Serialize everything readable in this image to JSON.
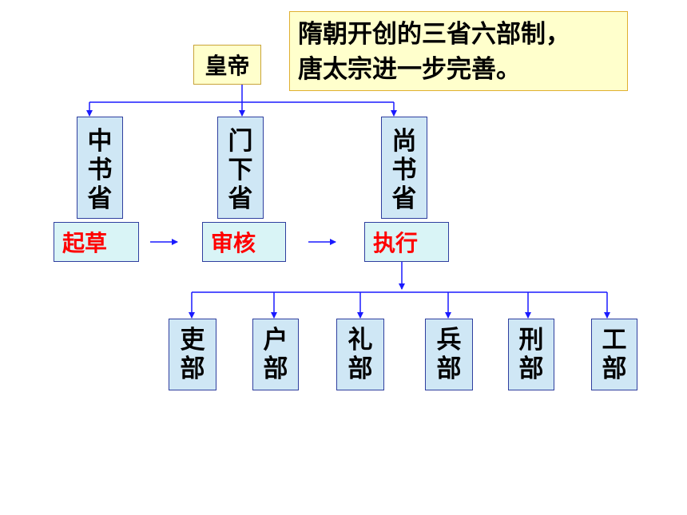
{
  "note": {
    "line1": "隋朝开创的三省六部制，",
    "line2": "唐太宗进一步完善。"
  },
  "emperor": "皇帝",
  "provinces": [
    {
      "label": "中书省",
      "chars": [
        "中",
        "书",
        "省"
      ],
      "action": "起草"
    },
    {
      "label": "门下省",
      "chars": [
        "门",
        "下",
        "省"
      ],
      "action": "审核"
    },
    {
      "label": "尚书省",
      "chars": [
        "尚",
        "书",
        "省"
      ],
      "action": "执行"
    }
  ],
  "ministries": [
    {
      "chars": [
        "吏",
        "部"
      ]
    },
    {
      "chars": [
        "户",
        "部"
      ]
    },
    {
      "chars": [
        "礼",
        "部"
      ]
    },
    {
      "chars": [
        "兵",
        "部"
      ]
    },
    {
      "chars": [
        "刑",
        "部"
      ]
    },
    {
      "chars": [
        "工",
        "部"
      ]
    }
  ],
  "colors": {
    "line": "#1a1aff",
    "action_text": "#ff0000",
    "box_fill": "#cfe7f5",
    "note_fill": "#ffffcc"
  }
}
